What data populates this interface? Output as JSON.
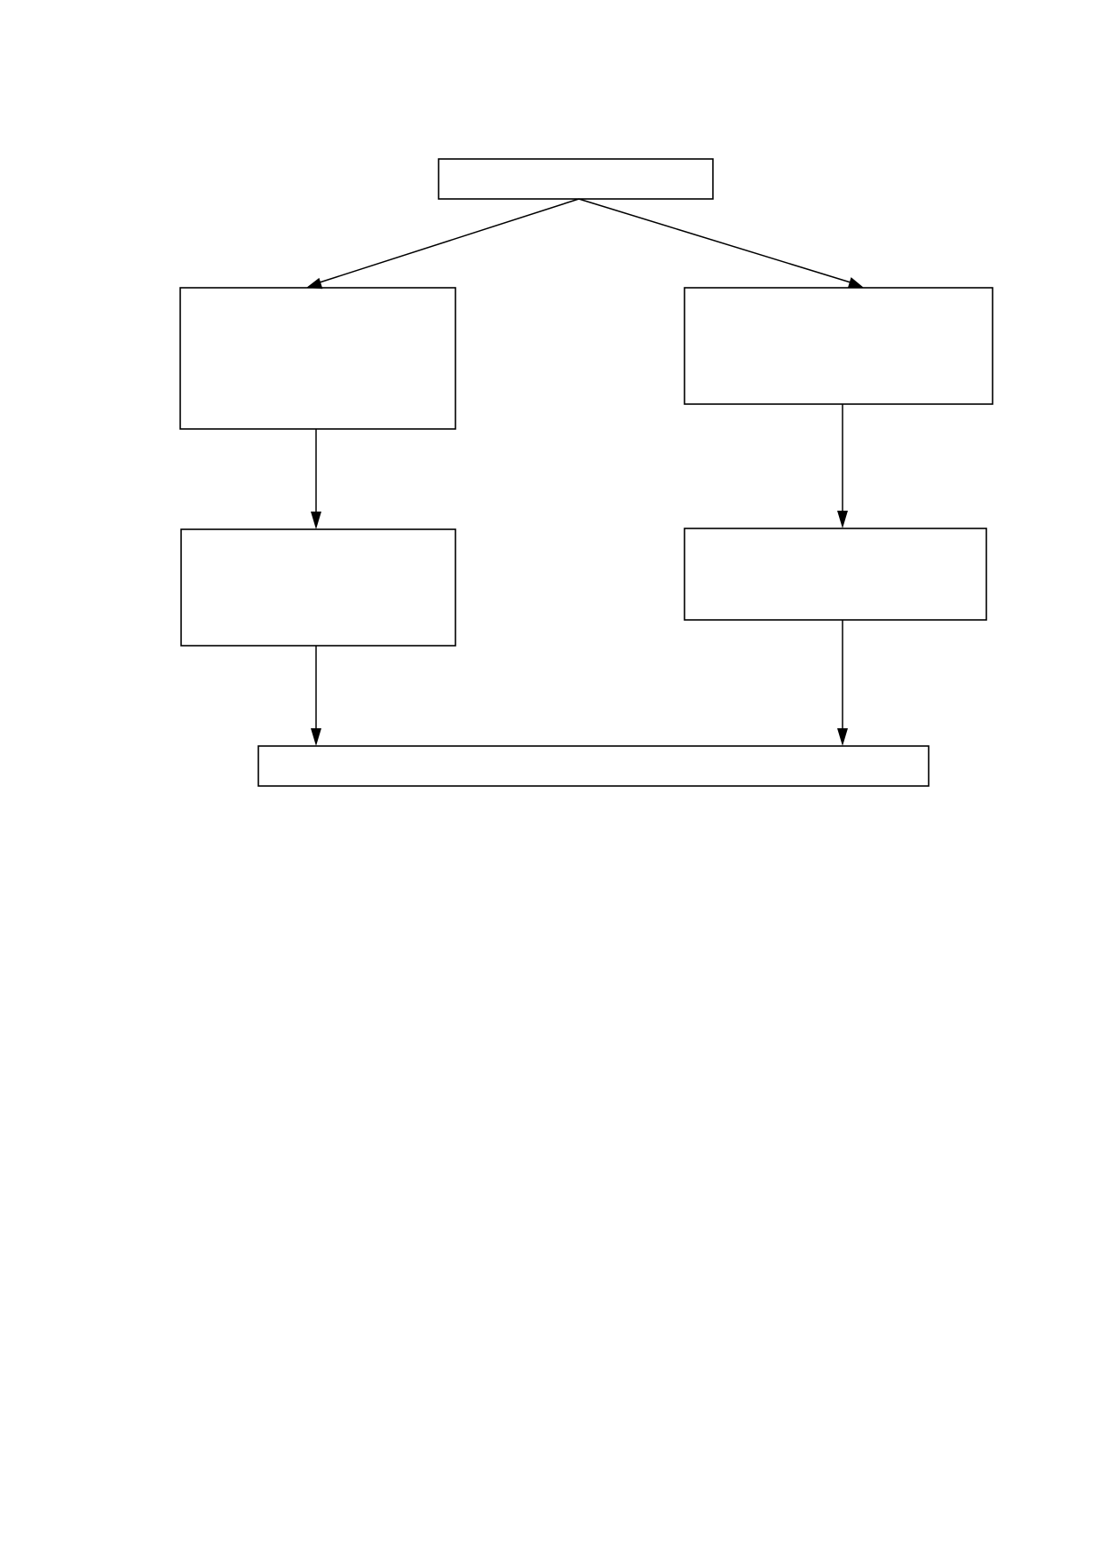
{
  "diagram": {
    "type": "flowchart",
    "nodes": [
      {
        "id": "top",
        "text": ""
      },
      {
        "id": "left-branch-1",
        "text": ""
      },
      {
        "id": "right-branch-1",
        "text": ""
      },
      {
        "id": "left-branch-2",
        "text": ""
      },
      {
        "id": "right-branch-2",
        "text": ""
      },
      {
        "id": "bottom",
        "text": ""
      }
    ],
    "edges": [
      {
        "from": "top",
        "to": "left-branch-1"
      },
      {
        "from": "top",
        "to": "right-branch-1"
      },
      {
        "from": "left-branch-1",
        "to": "left-branch-2"
      },
      {
        "from": "right-branch-1",
        "to": "right-branch-2"
      },
      {
        "from": "left-branch-2",
        "to": "bottom"
      },
      {
        "from": "right-branch-2",
        "to": "bottom"
      }
    ],
    "colors": {
      "stroke": "#000000",
      "background": "#ffffff"
    }
  }
}
